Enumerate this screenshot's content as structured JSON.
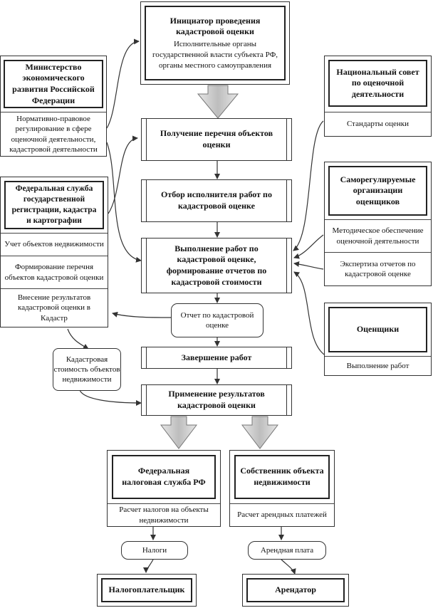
{
  "initiator": {
    "title": "Инициатор проведения кадастровой оценки",
    "body": "Исполнительные органы государственной власти субъекта РФ, органы местного самоуправления"
  },
  "ministry": {
    "title": "Министерство экономического развития Российской Федерации",
    "item": "Нормативно-правовое регулирование в сфере оценочной деятельности, кадастровой деятельности"
  },
  "national_council": {
    "title": "Национальный совет по оценочной деятельности",
    "item": "Стандарты оценки"
  },
  "rosreestr": {
    "title": "Федеральная служба государственной регистрации, кадастра и картографии",
    "item1": "Учет объектов недвижимости",
    "item2": "Формирование перечня объектов кадастровой оценки",
    "item3": "Внесение результатов кадастровой оценки в Кадастр"
  },
  "sro": {
    "title": "Саморегулируемые организации оценщиков",
    "item1": "Методическое обеспечение оценочной деятельности",
    "item2": "Экспертиза отчетов по кадастровой оценке"
  },
  "appraisers": {
    "title": "Оценщики",
    "item": "Выполнение работ"
  },
  "steps": {
    "s1": "Получение перечня объектов оценки",
    "s2": "Отбор исполнителя работ по кадастровой оценке",
    "s3": "Выполнение работ по кадастровой оценке, формирование отчетов по кадастровой стоимости",
    "report": "Отчет по кадастровой оценке",
    "s4": "Завершение работ",
    "cadastral_value": "Кадастровая стоимость объектов недвижимости",
    "s5": "Применение результатов кадастровой оценки"
  },
  "tax_service": {
    "title": "Федеральная налоговая служба РФ",
    "item": "Расчет налогов на объекты недвижимости",
    "flow": "Налоги",
    "recipient": "Налогоплательщик"
  },
  "owner": {
    "title": "Собственник объекта недвижимости",
    "item": "Расчет арендных платежей",
    "flow": "Арендная плата",
    "recipient": "Арендатор"
  },
  "colors": {
    "big_arrow": "#c8c8c8",
    "line": "#333333"
  }
}
